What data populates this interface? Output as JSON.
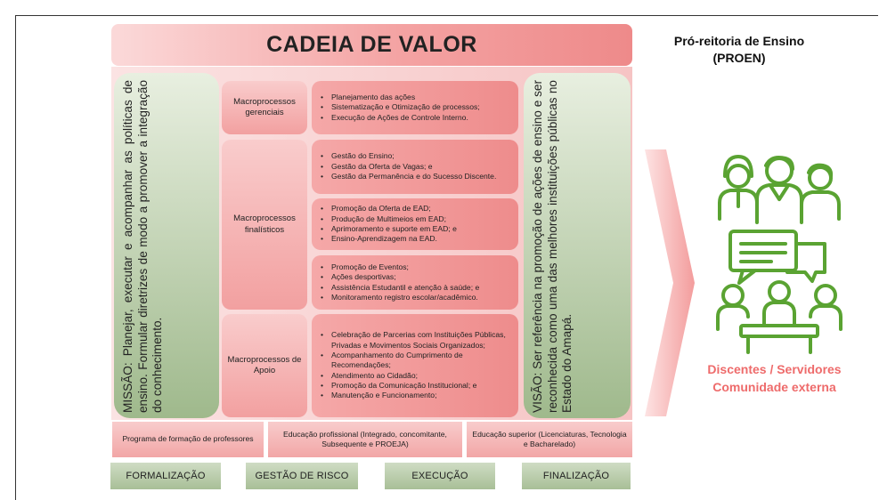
{
  "title": "CADEIA DE VALOR",
  "organization": {
    "line1": "Pró-reitoria de Ensino",
    "line2": "(PROEN)"
  },
  "mission": {
    "heading": "MISSÃO:",
    "text": "Planejar, executar e acompanhar as políticas de ensino. Formular diretrizes de modo a promover a integração do conhecimento."
  },
  "vision": {
    "heading": "VISÃO:",
    "text": "Ser referência na promoção de ações de ensino e ser reconhecida como uma das melhores instituições públicas no Estado do Amapá."
  },
  "macroprocesses": {
    "gerenciais": {
      "label": "Macroprocessos gerenciais",
      "items": [
        "Planejamento das ações",
        "Sistematização e Otimização de processos;",
        "Execução de Ações de Controle Interno."
      ]
    },
    "finalisticos": {
      "label": "Macroprocessos finalísticos",
      "groups": [
        [
          "Gestão do Ensino;",
          "Gestão da Oferta de Vagas; e",
          "Gestão da Permanência e do Sucesso Discente."
        ],
        [
          "Promoção da Oferta de EAD;",
          "Produção de Multimeios em EAD;",
          "Aprimoramento e suporte em EAD; e",
          "Ensino-Aprendizagem na EAD."
        ],
        [
          "Promoção de Eventos;",
          "Ações desportivas;",
          "Assistência Estudantil e atenção à saúde; e",
          "Monitoramento registro escolar/acadêmico."
        ]
      ]
    },
    "apoio": {
      "label": "Macroprocessos de Apoio",
      "items": [
        "Celebração de Parcerias com Instituições Públicas, Privadas e Movimentos Sociais Organizados;",
        "Acompanhamento do Cumprimento de Recomendações;",
        "Atendimento ao Cidadão;",
        "Promoção da Comunicação Institucional; e",
        "Manutenção e Funcionamento;"
      ]
    }
  },
  "programs": [
    "Programa de formação de professores",
    "Educação profissional (Integrado, concomitante, Subsequente e PROEJA)",
    "Educação superior (Licenciaturas, Tecnologia e Bacharelado)"
  ],
  "phases": [
    "FORMALIZAÇÃO",
    "GESTÃO DE RISCO",
    "EXECUÇÃO",
    "FINALIZAÇÃO"
  ],
  "audience": {
    "line1": "Discentes / Servidores",
    "line2": "Comunidade externa"
  },
  "colors": {
    "accent_red": "#ee6b6b",
    "icon_green": "#5aa332",
    "panel_green": "#9fb98c",
    "box_pink": "#f2a0a0"
  },
  "icons": [
    "arrow-right-chevron",
    "people-group-icon",
    "speech-bubbles-icon",
    "meeting-table-icon"
  ]
}
